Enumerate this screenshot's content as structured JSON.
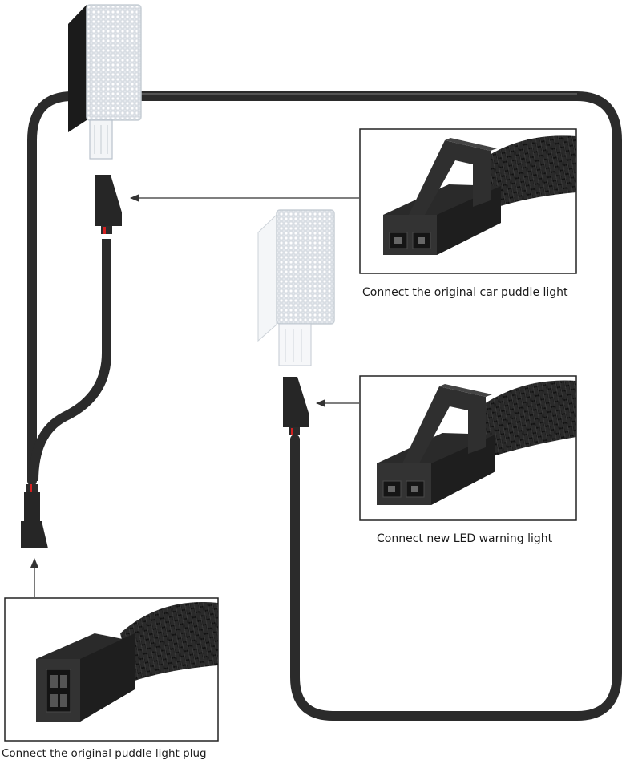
{
  "captions": {
    "original_car_puddle_light": "Connect the original car puddle light",
    "new_led_warning_light": "Connect new LED warning light",
    "original_puddle_light_plug": "Connect the original puddle light plug"
  },
  "colors": {
    "cable": "#2b2b2b",
    "cable_highlight": "#555555",
    "connector": "#262626",
    "braid": "#1f1f1f",
    "arrow": "#333333",
    "frame": "#222222",
    "wire_red": "#d42020",
    "lens": "#eef1f4"
  }
}
